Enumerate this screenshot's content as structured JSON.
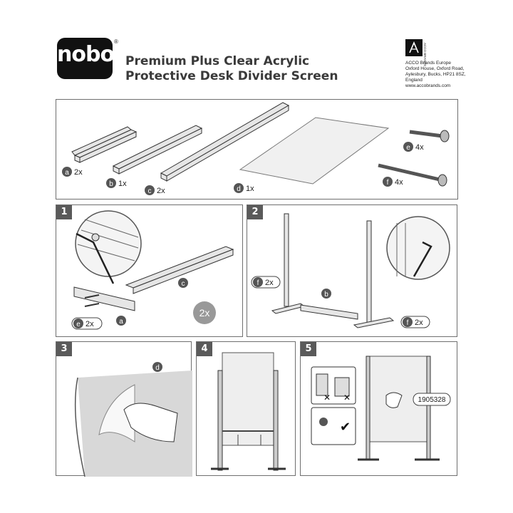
{
  "header": {
    "logo": "nobo",
    "logo_reg": "®",
    "title_line1": "Premium Plus Clear Acrylic",
    "title_line2": "Protective Desk Divider Screen",
    "brand_mark": "ACCO BRANDS",
    "address": [
      "ACCO Brands Europe",
      "Oxford House, Oxford Road,",
      "Aylesbury, Bucks, HP21 8SZ,",
      "England",
      "www.accobrands.com"
    ]
  },
  "parts": [
    {
      "letter": "a",
      "qty": "2x"
    },
    {
      "letter": "b",
      "qty": "1x"
    },
    {
      "letter": "c",
      "qty": "2x"
    },
    {
      "letter": "d",
      "qty": "1x"
    },
    {
      "letter": "e",
      "qty": "4x"
    },
    {
      "letter": "f",
      "qty": "4x"
    }
  ],
  "steps": [
    {
      "number": "1",
      "labels": {
        "c": "c",
        "a": "a",
        "e": "e",
        "e_qty": "2x",
        "multiplier": "2x"
      }
    },
    {
      "number": "2",
      "labels": {
        "f_left": "f",
        "f_left_qty": "2x",
        "b": "b",
        "f_right": "f",
        "f_right_qty": "2x"
      }
    },
    {
      "number": "3",
      "labels": {
        "d": "d"
      }
    },
    {
      "number": "4",
      "labels": {}
    },
    {
      "number": "5",
      "labels": {
        "product_code": "1905328"
      }
    }
  ],
  "colors": {
    "frame": "#6f6f6f",
    "step_badge": "#5a5a5a",
    "part_badge": "#555555"
  }
}
